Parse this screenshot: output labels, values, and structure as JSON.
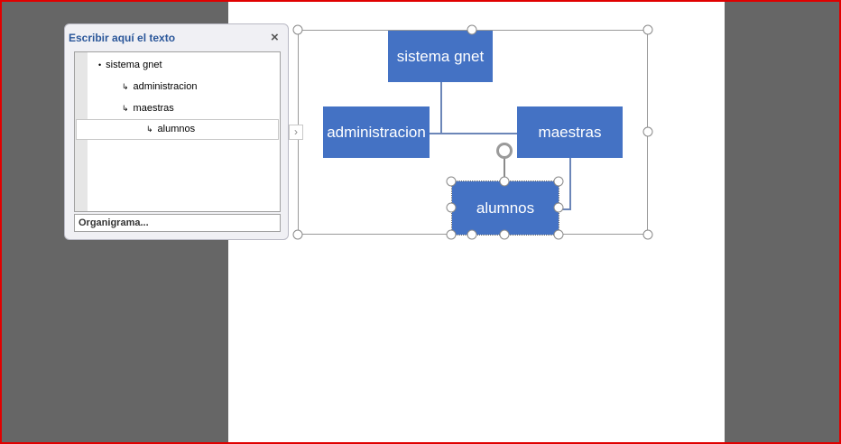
{
  "text_pane": {
    "title": "Escribir aquí el texto",
    "close": "×",
    "items": [
      {
        "label": "sistema gnet",
        "bullet": "•"
      },
      {
        "label": "administracion",
        "bullet": "↳"
      },
      {
        "label": "maestras",
        "bullet": "↳"
      },
      {
        "label": "alumnos",
        "bullet": "↳"
      }
    ],
    "footer": "Organigrama..."
  },
  "expand_button": "›",
  "diagram": {
    "nodes": [
      "sistema gnet",
      "administracion",
      "maestras",
      "alumnos"
    ],
    "color": "#4472C4"
  }
}
